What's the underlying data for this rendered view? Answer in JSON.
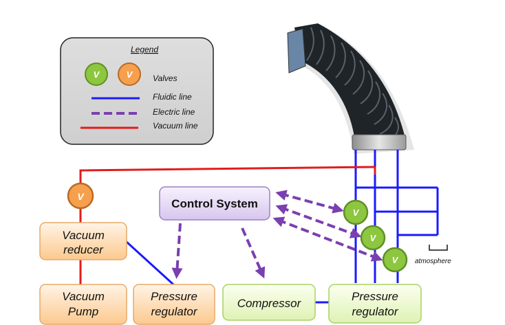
{
  "legend": {
    "title": "Legend",
    "valve_symbol": "V",
    "valves_label": "Valves",
    "fluidic_label": "Fluidic line",
    "electric_label": "Electric line",
    "vacuum_label": "Vacuum line"
  },
  "blocks": {
    "control_system": "Control System",
    "vacuum_reducer_line1": "Vacuum",
    "vacuum_reducer_line2": "reducer",
    "vacuum_pump_line1": "Vacuum",
    "vacuum_pump_line2": "Pump",
    "pressure_regulator_left_line1": "Pressure",
    "pressure_regulator_left_line2": "regulator",
    "compressor": "Compressor",
    "pressure_regulator_right_line1": "Pressure",
    "pressure_regulator_right_line2": "regulator"
  },
  "valves": {
    "vacuum_valve": "V",
    "valve_1": "V",
    "valve_2": "V",
    "valve_3": "V"
  },
  "atmosphere_label": "atmosphere",
  "colors": {
    "fluidic": "#1a1aff",
    "electric": "#7a3fb0",
    "vacuum": "#e21c1c",
    "valve_green": "#8dc63f",
    "valve_orange": "#f6a04d",
    "box_orange": "#fdd9b0",
    "box_green": "#eaf7c8",
    "box_purple": "#e3d7f3"
  }
}
